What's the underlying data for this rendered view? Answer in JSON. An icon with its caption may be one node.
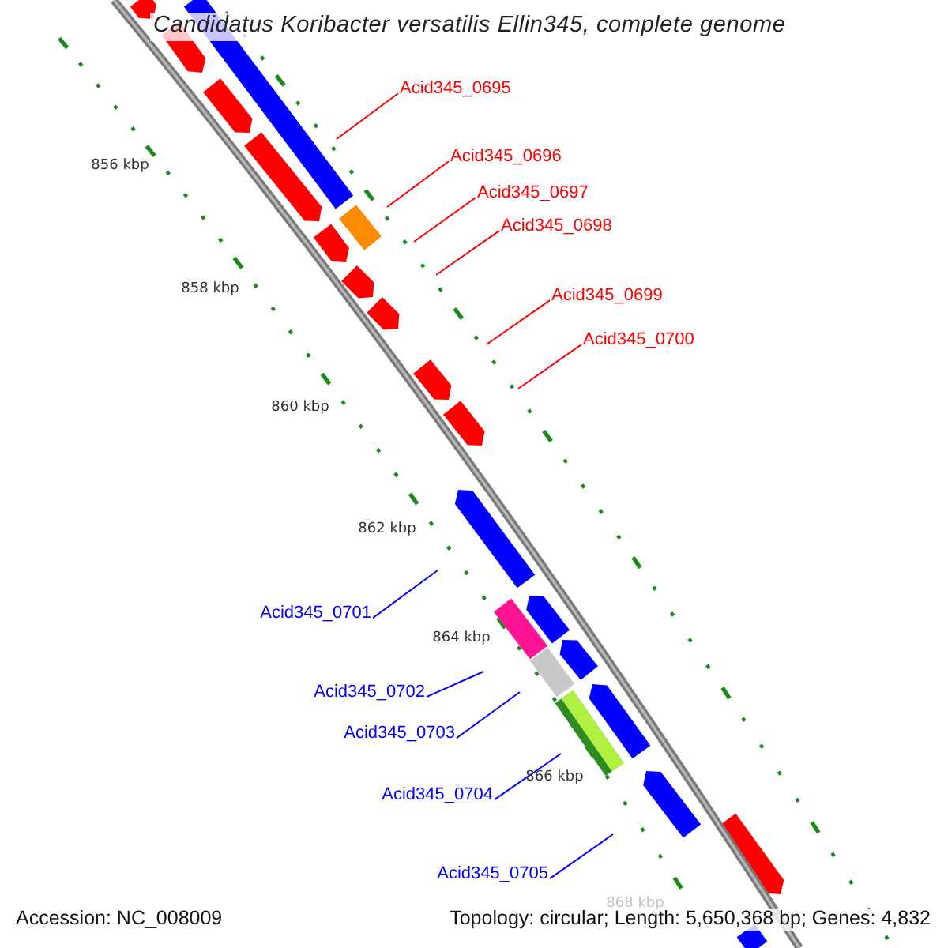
{
  "diagram": {
    "title": "Candidatus Koribacter versatilis Ellin345, complete genome",
    "nodes": [
      {
        "text": [
          "Acid345_0695"
        ]
      },
      {
        "text": [
          "Acid345_0696"
        ]
      },
      {
        "text": [
          "Acid345_0697"
        ]
      },
      {
        "text": [
          "Acid345_0698"
        ]
      },
      {
        "text": [
          "Acid345_0699"
        ]
      },
      {
        "text": [
          "Acid345_0700"
        ]
      },
      {
        "text": [
          "Acid345_0701"
        ]
      },
      {
        "text": [
          "Acid345_0702"
        ]
      },
      {
        "text": [
          "Acid345_0703"
        ]
      },
      {
        "text": [
          "Acid345_0704"
        ]
      },
      {
        "text": [
          "Acid345_0705"
        ]
      }
    ],
    "edges": [
      {
        "from": 0,
        "to": null,
        "arrow": "none"
      },
      {
        "from": 1,
        "to": null,
        "arrow": "none"
      },
      {
        "from": 2,
        "to": null,
        "arrow": "none"
      },
      {
        "from": 3,
        "to": null,
        "arrow": "none"
      },
      {
        "from": 4,
        "to": null,
        "arrow": "none"
      },
      {
        "from": 5,
        "to": null,
        "arrow": "none"
      },
      {
        "from": 6,
        "to": null,
        "arrow": "none",
        "color": "#0000ff"
      },
      {
        "from": 7,
        "to": null,
        "arrow": "none",
        "color": "#0000ff"
      },
      {
        "from": 8,
        "to": null,
        "arrow": "none",
        "color": "#0000ff"
      },
      {
        "from": 9,
        "to": null,
        "arrow": "none",
        "color": "#0000ff"
      },
      {
        "from": 10,
        "to": null,
        "arrow": "none",
        "color": "#0000ff"
      }
    ],
    "labels": [
      "856 kbp",
      "858 kbp",
      "860 kbp",
      "862 kbp",
      "864 kbp",
      "866 kbp",
      "868 kbp",
      "Accession: NC_008009",
      "Topology: circular; Length: 5,650,368 bp; Genes: 4,832"
    ]
  }
}
